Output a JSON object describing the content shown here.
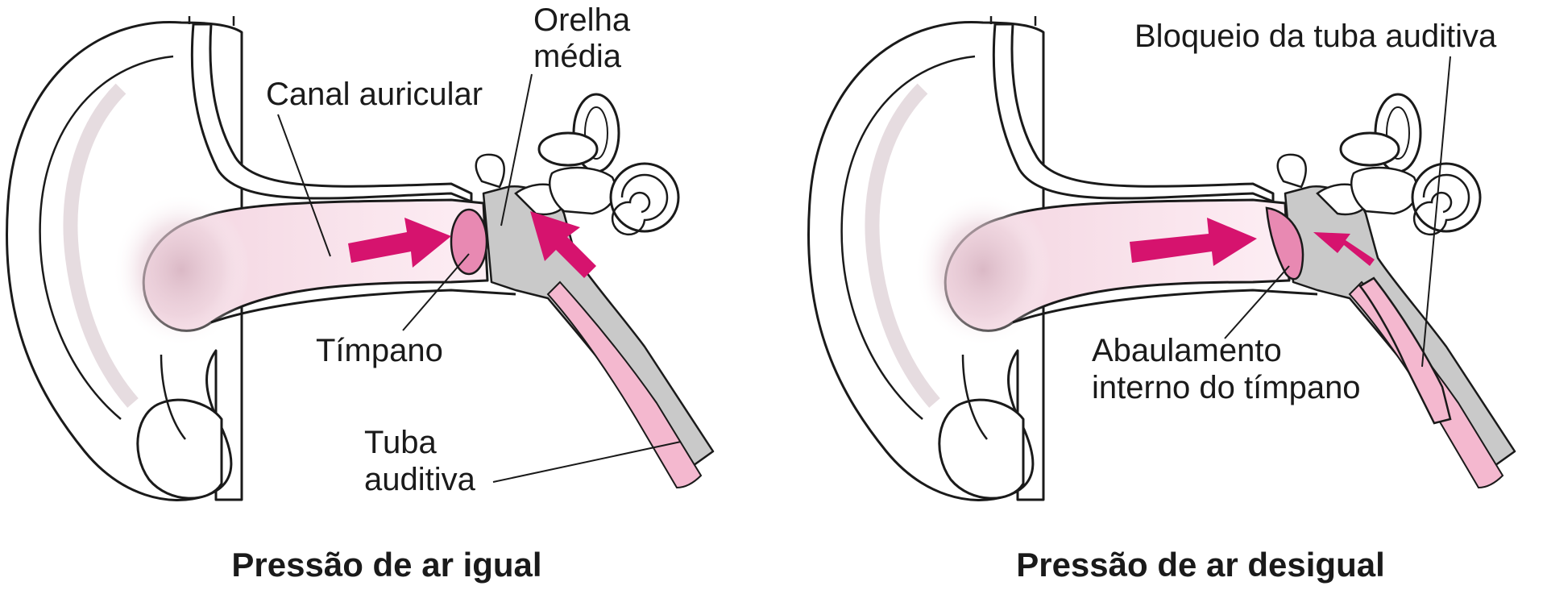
{
  "panels": [
    {
      "caption": "Pressão de ar igual",
      "labels": {
        "ear_canal": "Canal auricular",
        "middle_ear_line1": "Orelha",
        "middle_ear_line2": "média",
        "eardrum": "Tímpano",
        "tube_line1": "Tuba",
        "tube_line2": "auditiva"
      }
    },
    {
      "caption": "Pressão de ar desigual",
      "labels": {
        "tube_blockage": "Bloqueio da tuba auditiva",
        "bulge_line1": "Abaulamento",
        "bulge_line2": "interno do tímpano"
      }
    }
  ],
  "colors": {
    "arrow": "#d6136e",
    "canal_fill": "#fde8f0",
    "eardrum": "#e889b2",
    "middle_ear_gray": "#c9c9c9",
    "tube_pink": "#f4b8cf",
    "stipple": "#8a5a6a"
  }
}
